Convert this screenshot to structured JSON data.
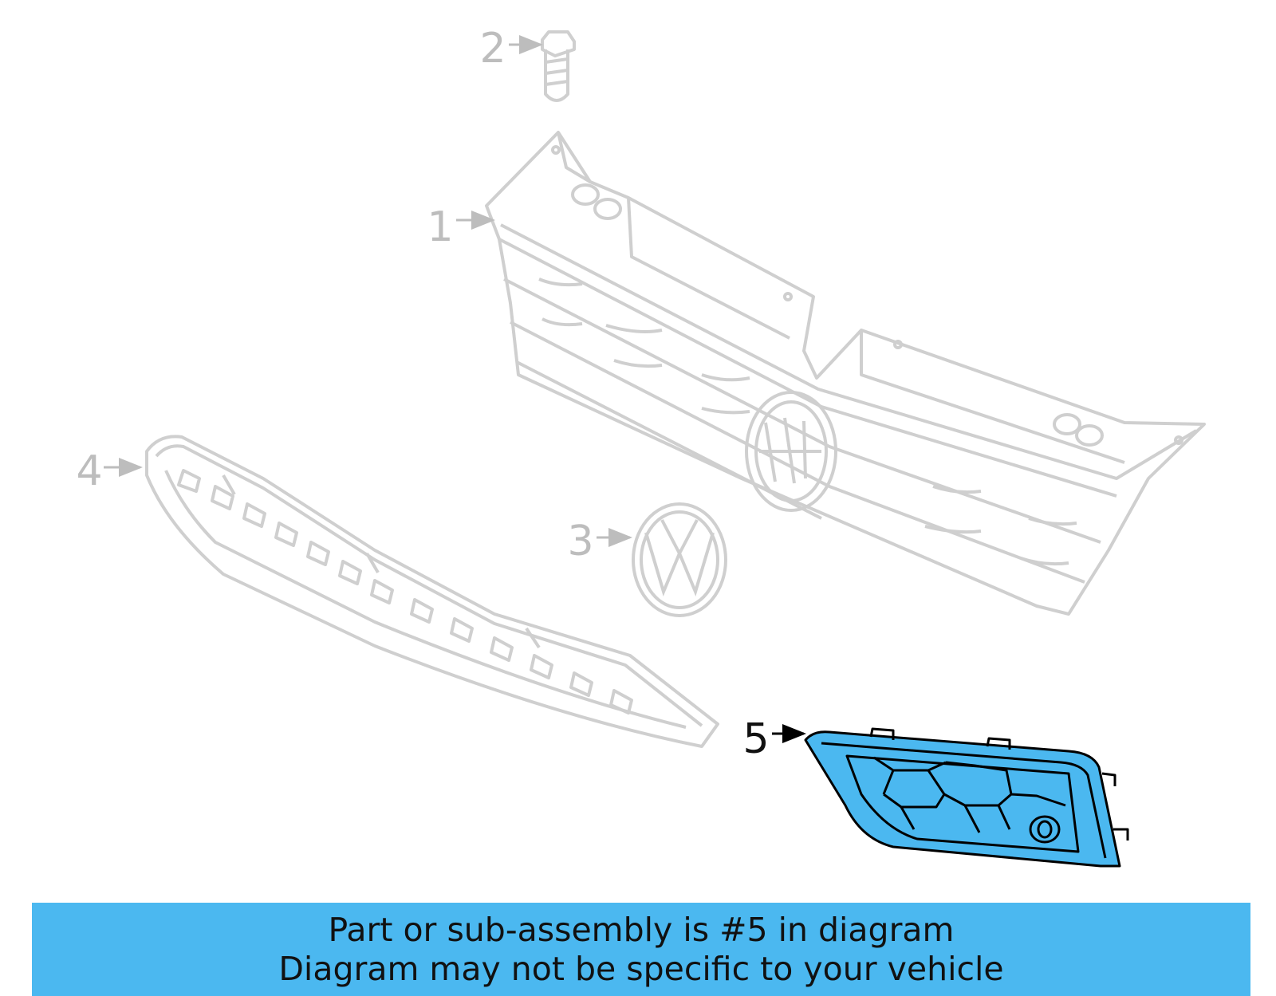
{
  "callouts": [
    "1",
    "2",
    "3",
    "4",
    "5"
  ],
  "highlighted_part": "5",
  "colors": {
    "faded_line": "#cfcfcf",
    "faded_text": "#bdbdbd",
    "highlight_fill": "#4bb8f0",
    "highlight_stroke": "#000000",
    "banner_bg": "#4bb8f0"
  },
  "banner": {
    "line1": "Part or sub-assembly is #5 in diagram",
    "line2": "Diagram may not be specific to your vehicle"
  }
}
